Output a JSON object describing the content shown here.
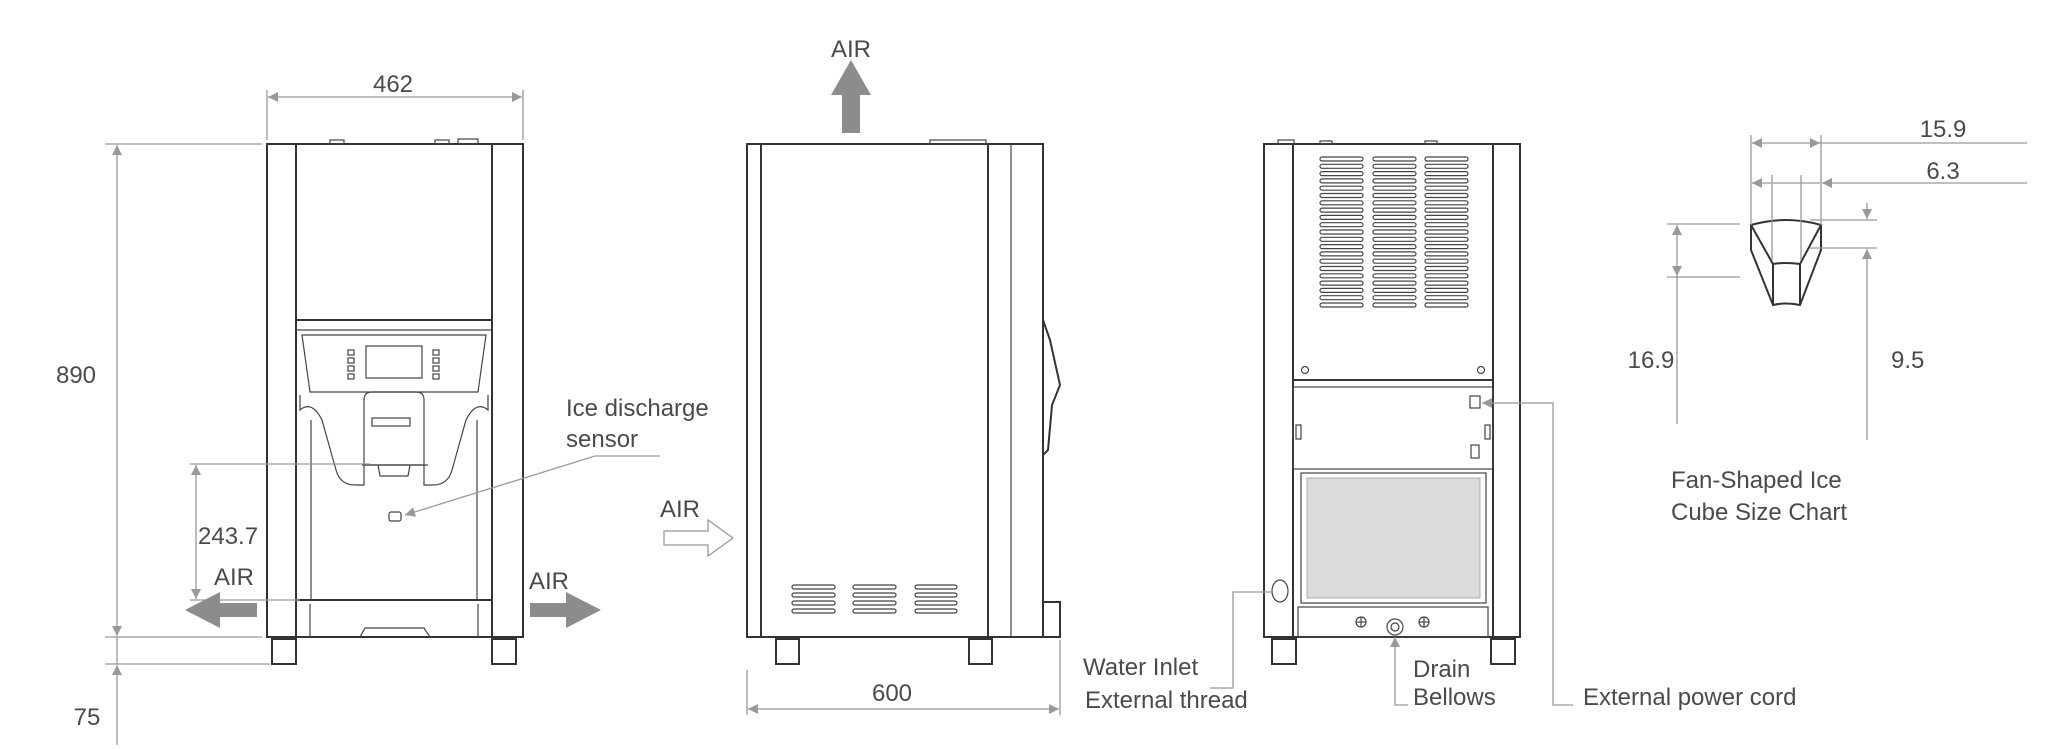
{
  "front_view": {
    "width_dim": "462",
    "height_dim": "890",
    "feet_dim": "75",
    "outlet_height_dim": "243.7",
    "air_left": "AIR",
    "air_right": "AIR",
    "sensor_label_line1": "Ice discharge",
    "sensor_label_line2": "sensor"
  },
  "side_view": {
    "air_top": "AIR",
    "air_in": "AIR",
    "depth_dim": "600"
  },
  "back_view": {
    "water_inlet_line1": "Water Inlet",
    "water_inlet_line2": "External thread",
    "drain_line1": "Drain",
    "drain_line2": "Bellows",
    "power_cord": "External power cord"
  },
  "ice_cube": {
    "width_outer": "15.9",
    "width_inner": "6.3",
    "height_total": "16.9",
    "height_inner": "9.5",
    "title_line1": "Fan-Shaped Ice",
    "title_line2": "Cube Size Chart"
  },
  "colors": {
    "line": "#333333",
    "dimension": "#999999",
    "text": "#4a4a4a"
  }
}
